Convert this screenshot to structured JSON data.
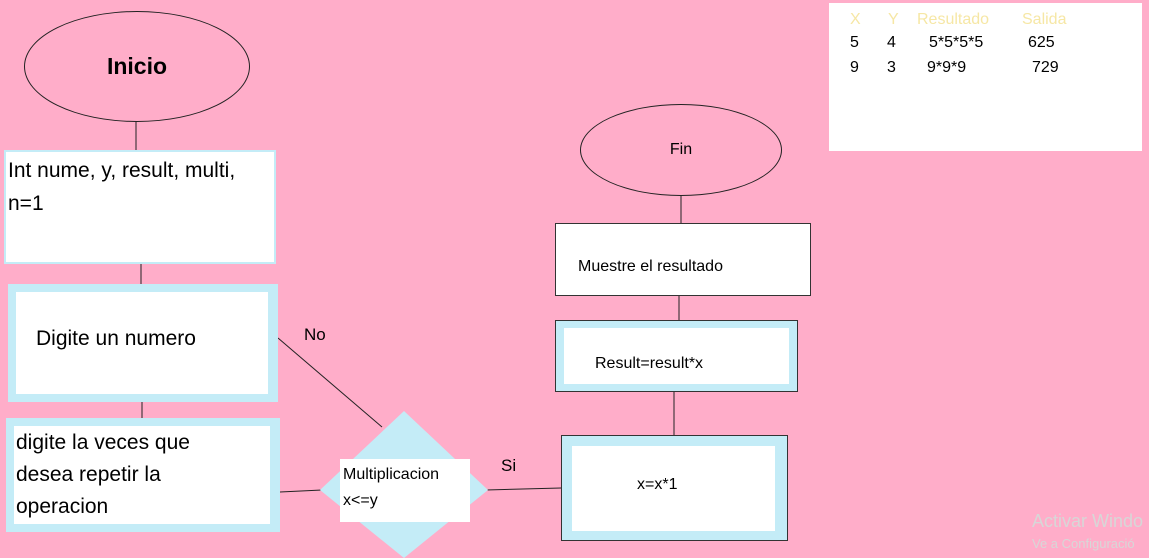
{
  "flowchart": {
    "start": {
      "label": "Inicio"
    },
    "declare": {
      "label_line1": "Int nume, y, result, multi,",
      "label_line2": "n=1"
    },
    "input_number": {
      "label": "Digite un numero"
    },
    "input_repeat": {
      "lines": [
        "digite la veces que",
        "desea repetir la",
        "operacion"
      ]
    },
    "decision": {
      "line1": "Multiplicacion",
      "line2": "x<=y"
    },
    "edge_no": "No",
    "edge_si": "Si",
    "process_x": {
      "label": "x=x*1"
    },
    "process_result": {
      "label": "Result=result*x"
    },
    "output": {
      "label": "Muestre el resultado"
    },
    "end": {
      "label": "Fin"
    }
  },
  "trace_table": {
    "headers": [
      "X",
      "Y",
      "Resultado",
      "Salida"
    ],
    "rows": [
      [
        "5",
        "4",
        "5*5*5*5",
        "625"
      ],
      [
        "9",
        "3",
        "9*9*9",
        "729"
      ]
    ],
    "header_color": "#f6e7a5"
  },
  "watermark": {
    "line1": "Activar Windo",
    "line2": "Ve a Configuració"
  },
  "colors": {
    "background": "#ffadc9",
    "box_frame": "#c4ecf7",
    "box_fill": "#ffffff"
  }
}
